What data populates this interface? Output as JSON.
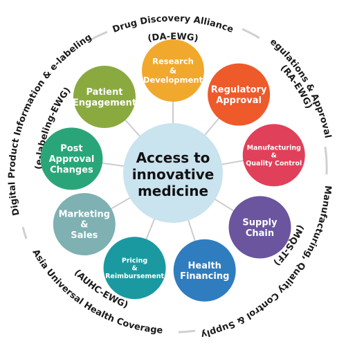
{
  "center": {
    "lines": [
      "Access to",
      "innovative",
      "medicine"
    ],
    "color": "#c9e3ef"
  },
  "nodes": [
    {
      "id": "research",
      "lines": [
        "Research",
        "&",
        "Development"
      ],
      "color": "#f0a92d",
      "angle": -90,
      "size": "small"
    },
    {
      "id": "regulatory",
      "lines": [
        "Regulatory",
        "Approval"
      ],
      "color": "#ee5a2a",
      "angle": -50,
      "size": "medium"
    },
    {
      "id": "manufacturing",
      "lines": [
        "Manufacturing",
        "&",
        "Quality Control"
      ],
      "color": "#e0405a",
      "angle": -10,
      "size": "xsmall"
    },
    {
      "id": "supply",
      "lines": [
        "Supply",
        "Chain"
      ],
      "color": "#6a559e",
      "angle": 32,
      "size": "medium"
    },
    {
      "id": "health",
      "lines": [
        "Health",
        "Financing"
      ],
      "color": "#2f7dbf",
      "angle": 72,
      "size": "medium"
    },
    {
      "id": "pricing",
      "lines": [
        "Pricing",
        "&",
        "Reimbursement"
      ],
      "color": "#1a9aa0",
      "angle": 112,
      "size": "xsmall"
    },
    {
      "id": "marketing",
      "lines": [
        "Marketing",
        "&",
        "Sales"
      ],
      "color": "#7fb0b2",
      "angle": 150,
      "size": "medium"
    },
    {
      "id": "post",
      "lines": [
        "Post",
        "Approval",
        "Changes"
      ],
      "color": "#2aa57a",
      "angle": 188,
      "size": "medium"
    },
    {
      "id": "patient",
      "lines": [
        "Patient",
        "Engagement"
      ],
      "color": "#8aaa3f",
      "angle": 228,
      "size": "medium"
    }
  ],
  "ring_labels": [
    {
      "id": "da",
      "lines": [
        "Drug Discovery Alliance",
        "(DA-EWG)"
      ]
    },
    {
      "id": "ra",
      "lines": [
        "Regulations & Approvals",
        "(RA-EWG)"
      ]
    },
    {
      "id": "mqs",
      "lines": [
        "Manufacturing, Quality Control & Supply",
        "(MQS-TF)"
      ]
    },
    {
      "id": "auhc",
      "lines": [
        "Asia Universal Health Coverage",
        "(AUHC-EWG)"
      ]
    },
    {
      "id": "dpi",
      "lines": [
        "Digital Product Information & e-labeling",
        "(e-labeling-EWG)"
      ]
    }
  ],
  "ring_color": "#d0d0d0",
  "spoke_color": "#cccccc"
}
